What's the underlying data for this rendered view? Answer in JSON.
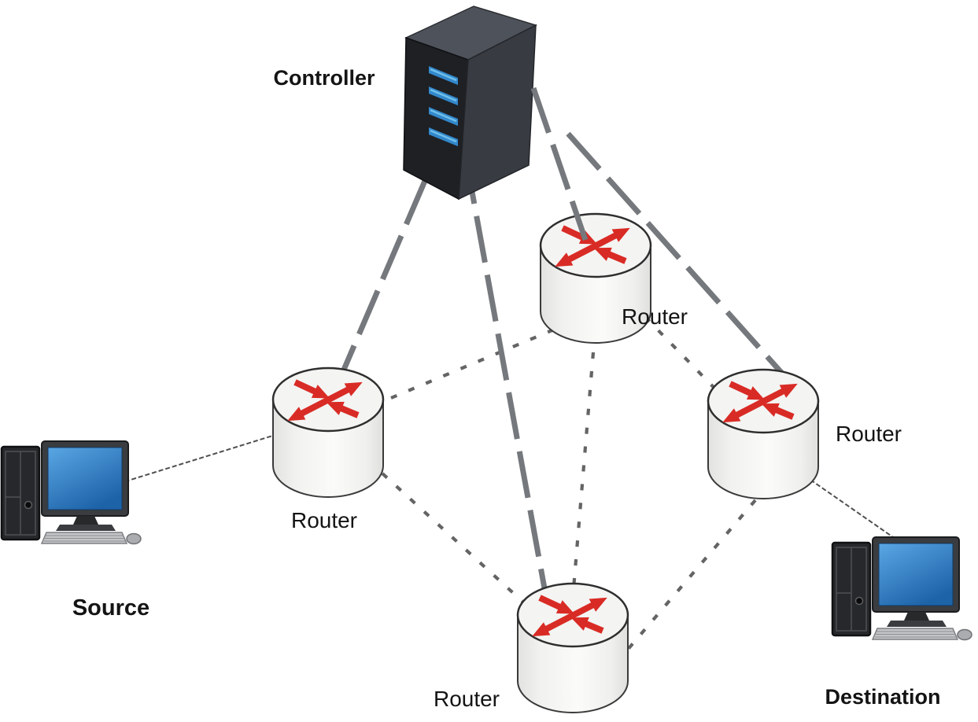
{
  "nodes": {
    "controller": {
      "label": "Controller",
      "icon": "server-tower-icon"
    },
    "router_left": {
      "label": "Router",
      "icon": "router-icon"
    },
    "router_top": {
      "label": "Router",
      "icon": "router-icon"
    },
    "router_right": {
      "label": "Router",
      "icon": "router-icon"
    },
    "router_bottom": {
      "label": "Router",
      "icon": "router-icon"
    },
    "source": {
      "label": "Source",
      "icon": "desktop-computer-icon"
    },
    "destination": {
      "label": "Destination",
      "icon": "desktop-computer-icon"
    }
  },
  "links": [
    {
      "from": "controller",
      "to": "router_left",
      "style": "thick-solid-gray"
    },
    {
      "from": "controller",
      "to": "router_top",
      "style": "thick-solid-gray"
    },
    {
      "from": "controller",
      "to": "router_right",
      "style": "thick-solid-gray"
    },
    {
      "from": "controller",
      "to": "router_bottom",
      "style": "thick-solid-gray"
    },
    {
      "from": "router_left",
      "to": "router_top",
      "style": "dotted-gray"
    },
    {
      "from": "router_left",
      "to": "router_bottom",
      "style": "dotted-gray"
    },
    {
      "from": "router_top",
      "to": "router_bottom",
      "style": "dotted-gray"
    },
    {
      "from": "router_top",
      "to": "router_right",
      "style": "dotted-gray"
    },
    {
      "from": "router_right",
      "to": "router_bottom",
      "style": "dotted-gray"
    },
    {
      "from": "source",
      "to": "router_left",
      "style": "thin-solid"
    },
    {
      "from": "router_right",
      "to": "destination",
      "style": "thin-solid"
    }
  ],
  "colors": {
    "background": "#ffffff",
    "router_arrow_red": "#d92b25",
    "router_body_gray": "#f1f1ef",
    "thick_link_gray": "#75787c",
    "dotted_link_gray": "#646464",
    "thin_link_gray": "#4f4f4f",
    "server_bay_blue": "#3388cc",
    "monitor_screen_blue": "#2f79c2",
    "label_color": "#141414"
  }
}
